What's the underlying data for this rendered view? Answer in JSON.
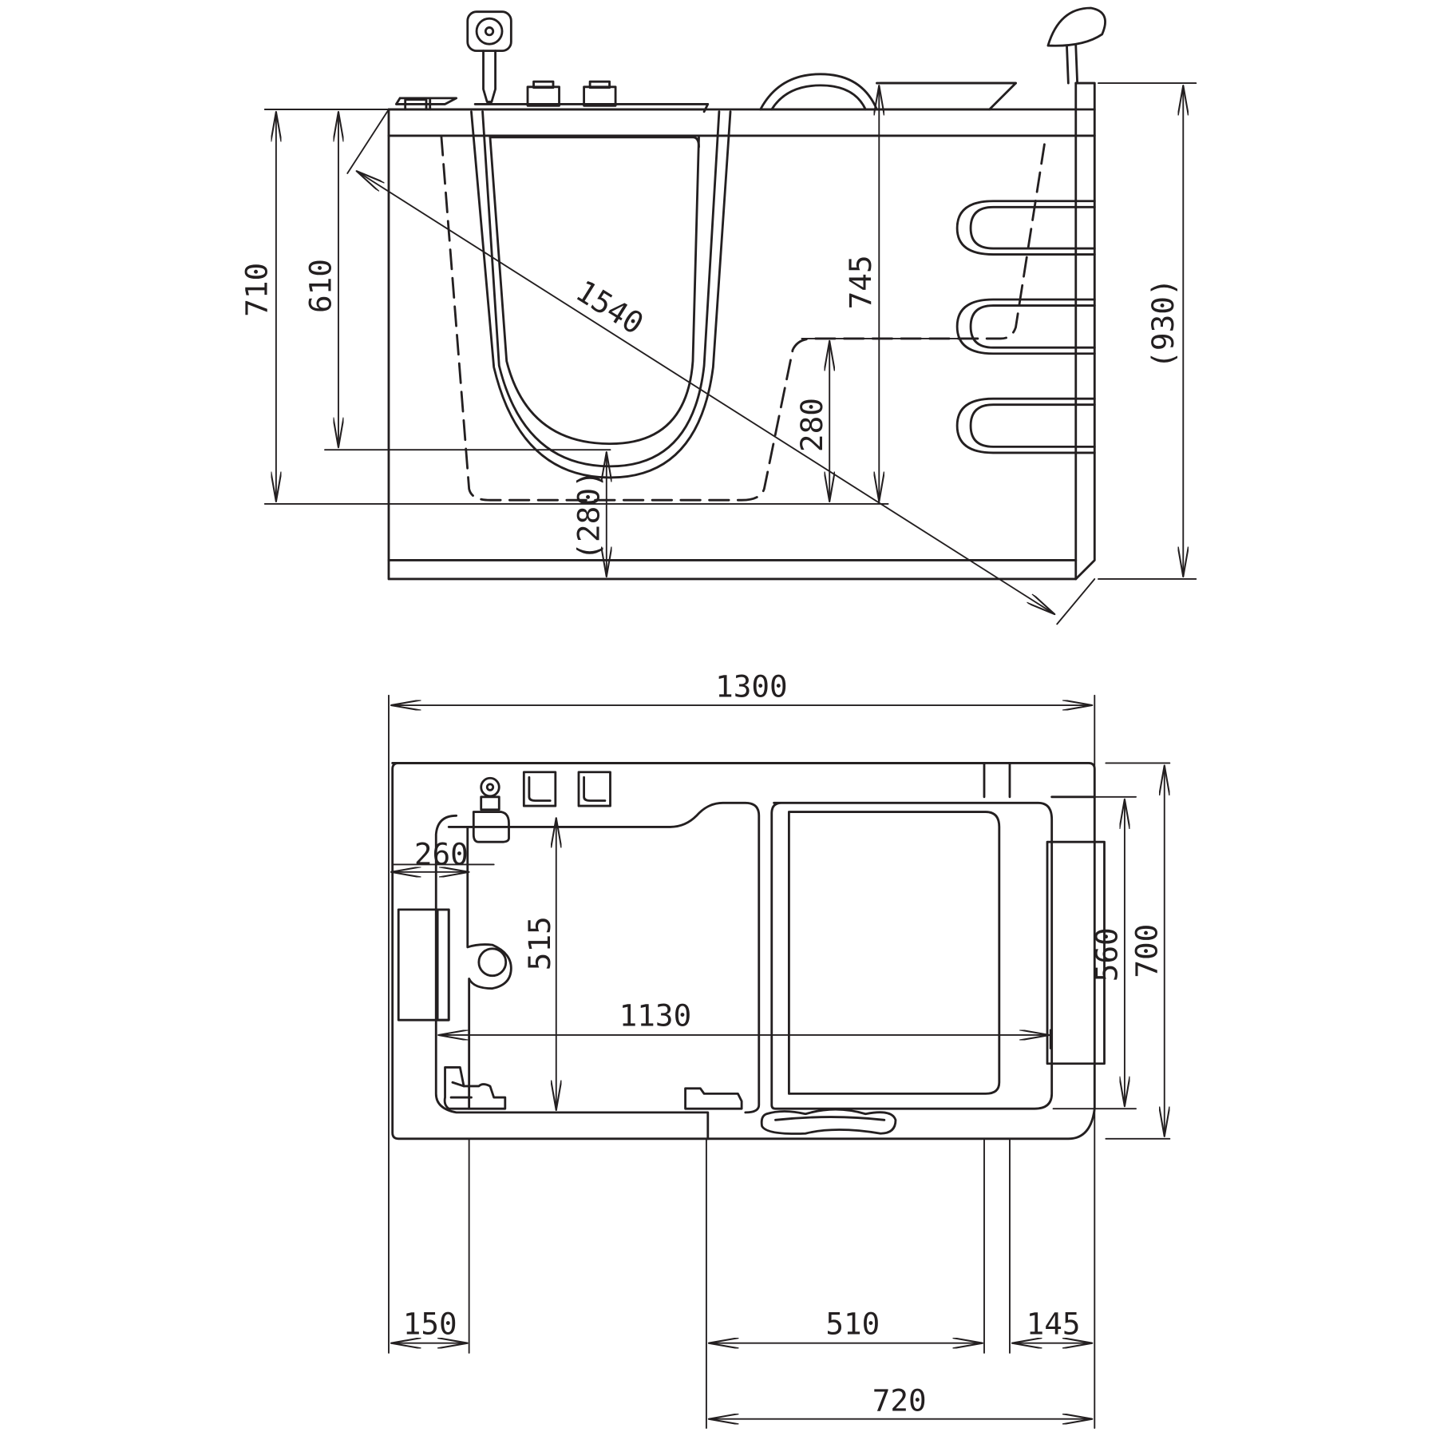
{
  "colors": {
    "line": "#231f20",
    "background": "#ffffff"
  },
  "front_view": {
    "dims": {
      "h710": "710",
      "h610": "610",
      "diag": "1540",
      "seat": "(280)",
      "step": "280",
      "h745": "745",
      "h930": "(930)"
    }
  },
  "top_view": {
    "dims": {
      "w1300": "1300",
      "w260": "260",
      "h515": "515",
      "w1130": "1130",
      "h560": "560",
      "h700": "700",
      "w150": "150",
      "w510": "510",
      "w145": "145",
      "w720": "720"
    }
  }
}
